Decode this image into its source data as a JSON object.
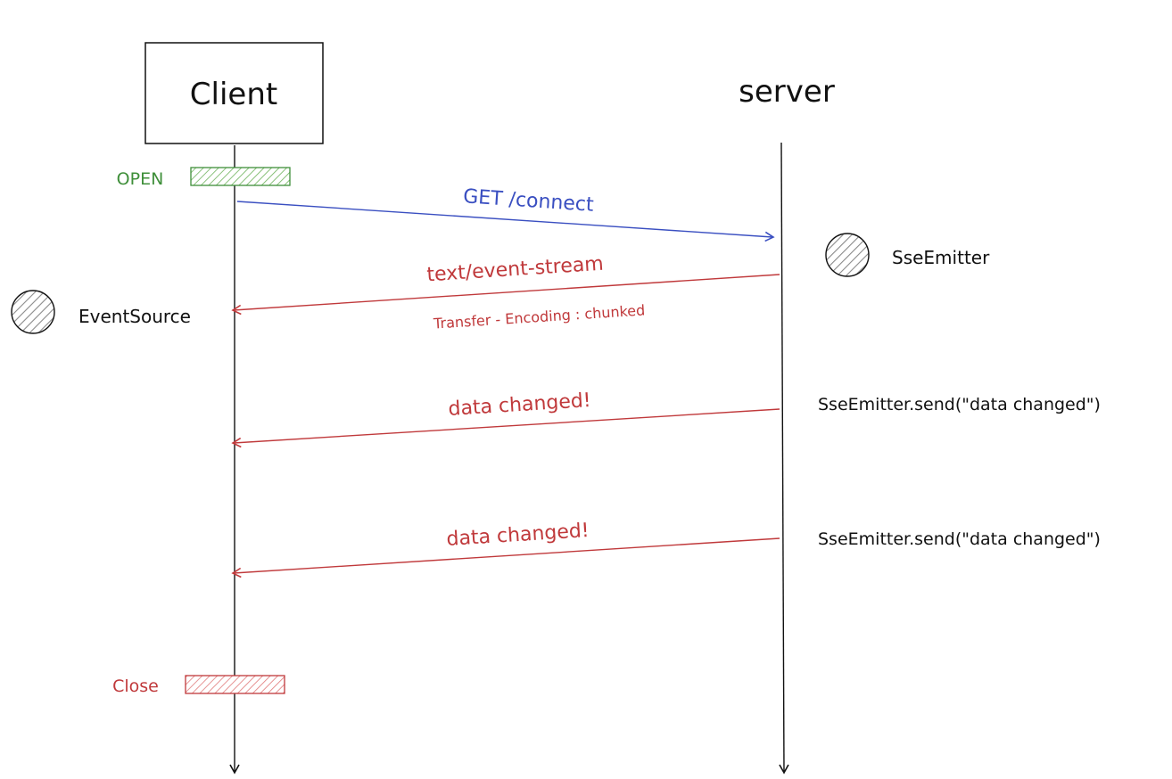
{
  "participants": {
    "client": "Client",
    "server": "server"
  },
  "components": {
    "client": "EventSource",
    "server": "SseEmitter"
  },
  "states": {
    "open": "OPEN",
    "close": "Close"
  },
  "messages": [
    {
      "label": "GET /connect",
      "sublabel": "",
      "direction": "client-to-server"
    },
    {
      "label": "text/event-stream",
      "sublabel": "Transfer - Encoding : chunked",
      "direction": "server-to-client"
    },
    {
      "label": "data changed!",
      "sublabel": "",
      "direction": "server-to-client"
    },
    {
      "label": "data changed!",
      "sublabel": "",
      "direction": "server-to-client"
    }
  ],
  "server_calls": [
    "SseEmitter.send(\"data changed\")",
    "SseEmitter.send(\"data changed\")"
  ],
  "colors": {
    "ink": "#111111",
    "request": "#3a4fc1",
    "response": "#c0393b",
    "open": "#3f8f3a",
    "open_fill": "#bfe3b0",
    "close": "#c0393b",
    "close_fill": "#f4b3b3",
    "hatch_gray": "#8a8a8a"
  }
}
